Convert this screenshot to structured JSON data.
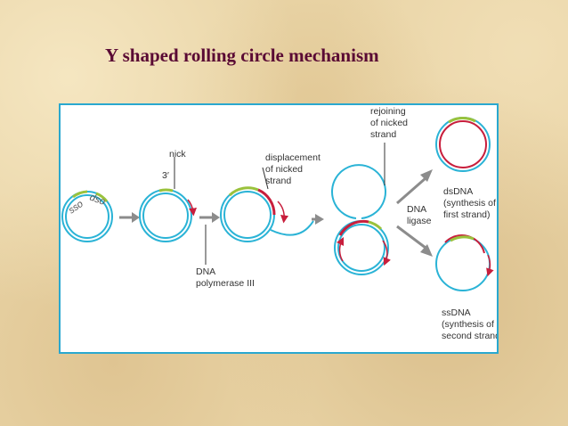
{
  "slide": {
    "title": "Y shaped rolling circle mechanism",
    "title_color": "#5a0a34",
    "background_color": "#e9d4a6"
  },
  "diagram": {
    "colors": {
      "dna_strand": "#2ab3d6",
      "new_strand": "#c81e3c",
      "origin_mark": "#9ac23c",
      "arrow": "#8c8c8c",
      "leader_line": "#333333"
    },
    "labels": {
      "sso": "sso",
      "dso": "dso",
      "nick": "nick",
      "three_prime": "3′",
      "dna_polymerase": [
        "DNA",
        "polymerase III"
      ],
      "displacement": [
        "displacement",
        "of nicked",
        "strand"
      ],
      "rejoining": [
        "rejoining",
        "of nicked",
        "strand"
      ],
      "dna_ligase": [
        "DNA",
        "ligase"
      ],
      "dsdna": [
        "dsDNA",
        "(synthesis of",
        "first strand)"
      ],
      "ssdna": [
        "ssDNA",
        "(synthesis of",
        "second strand)"
      ]
    }
  }
}
